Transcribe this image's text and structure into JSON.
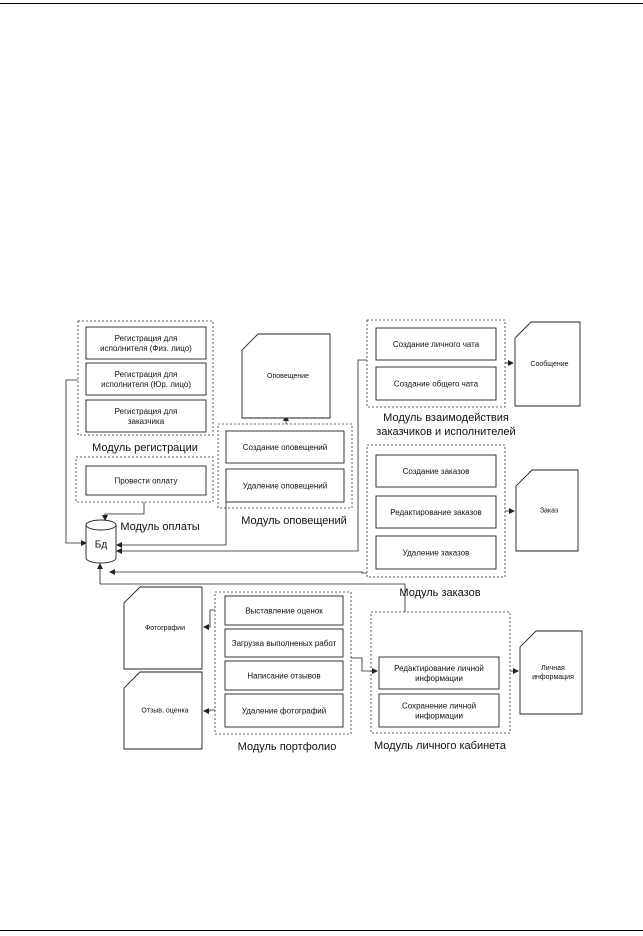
{
  "diagram": {
    "modules": {
      "registration": {
        "caption": "Модуль регистрации",
        "items": [
          [
            "Регистрация для",
            "исполнителя (Физ. лицо)"
          ],
          [
            "Регистрация для",
            "исполнителя (Юр. лицо)"
          ],
          [
            "Регистрация для",
            "заказчика"
          ]
        ]
      },
      "payment": {
        "caption": "Модуль оплаты",
        "items": [
          [
            "Провести оплату"
          ]
        ]
      },
      "notifications": {
        "caption": "Модуль оповещений",
        "items": [
          [
            "Создание оповещений"
          ],
          [
            "Удаление оповещений"
          ]
        ]
      },
      "interaction": {
        "caption": [
          "Модуль взаимодействия",
          "заказчиков и исполнителей"
        ],
        "items": [
          [
            "Создание личного чата"
          ],
          [
            "Создание общего чата"
          ]
        ]
      },
      "orders": {
        "caption": "Модуль заказов",
        "items": [
          [
            "Создание заказов"
          ],
          [
            "Редактирование заказов"
          ],
          [
            "Удаление заказов"
          ]
        ]
      },
      "portfolio": {
        "caption": "Модуль портфолио",
        "items": [
          [
            "Выставление оценок"
          ],
          [
            "Загрузка выполненых работ"
          ],
          [
            "Написание отзывов"
          ],
          [
            "Удаление фотографий"
          ]
        ]
      },
      "cabinet": {
        "caption": "Модуль личного кабинета",
        "items": [
          [
            "Редактирование личной",
            "информации"
          ],
          [
            "Сохранение личной",
            "информации"
          ]
        ]
      }
    },
    "documents": {
      "notification": [
        "Оповещение"
      ],
      "message": [
        "Сообщение"
      ],
      "order": [
        "Заказ"
      ],
      "photos": [
        "Фотографии"
      ],
      "review": [
        "Отзыв, оценка"
      ],
      "personal_info": [
        "Личная",
        "информация"
      ]
    },
    "database": {
      "label": "Бд"
    }
  }
}
